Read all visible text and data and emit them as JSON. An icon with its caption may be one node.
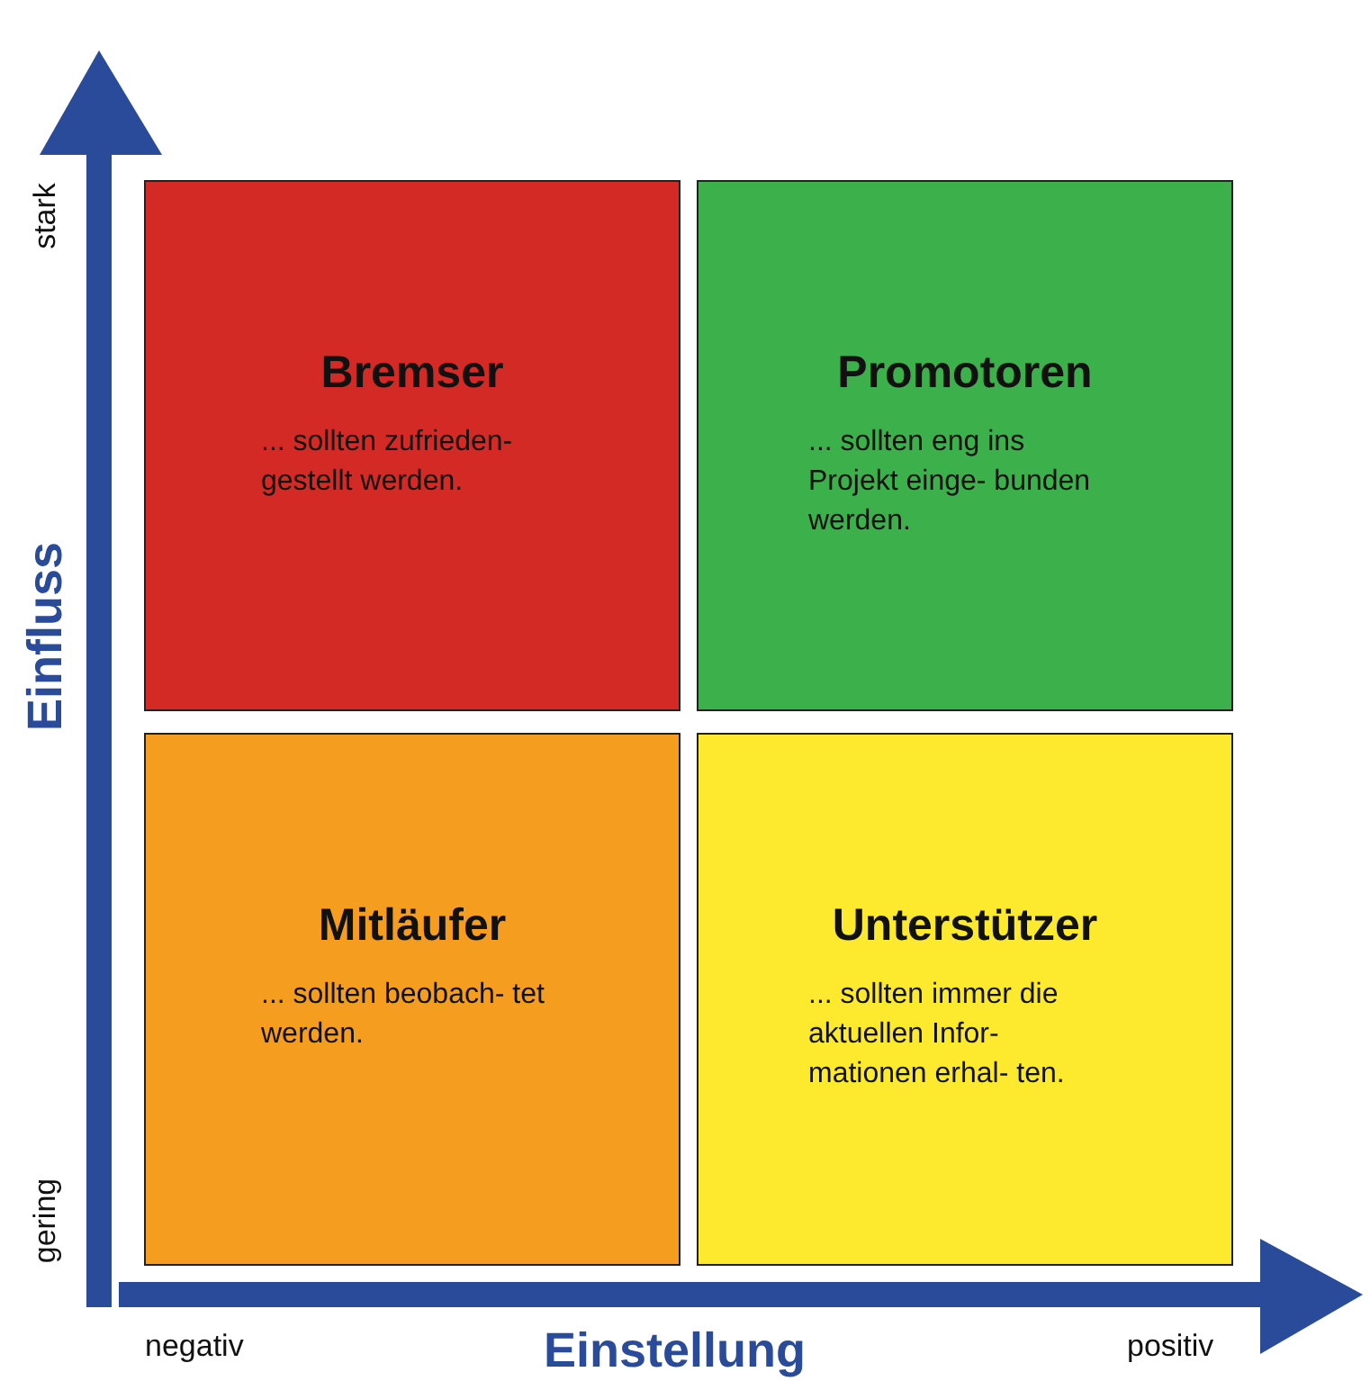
{
  "diagram": {
    "nodes": [
      {
        "text": [
          "Bremser",
          "... sollten zufrieden- gestellt werden."
        ]
      },
      {
        "text": [
          "Promotoren",
          "... sollten eng ins Projekt einge- bunden werden."
        ]
      },
      {
        "text": [
          "Mitläufer",
          "... sollten beobach- tet werden."
        ]
      },
      {
        "text": [
          "Unterstützer",
          "... sollten immer die aktuellen Infor- mationen erhal- ten."
        ]
      }
    ],
    "labels": [
      "stark",
      "Einfluss",
      "gering",
      "negativ",
      "Einstellung",
      "positiv"
    ]
  }
}
